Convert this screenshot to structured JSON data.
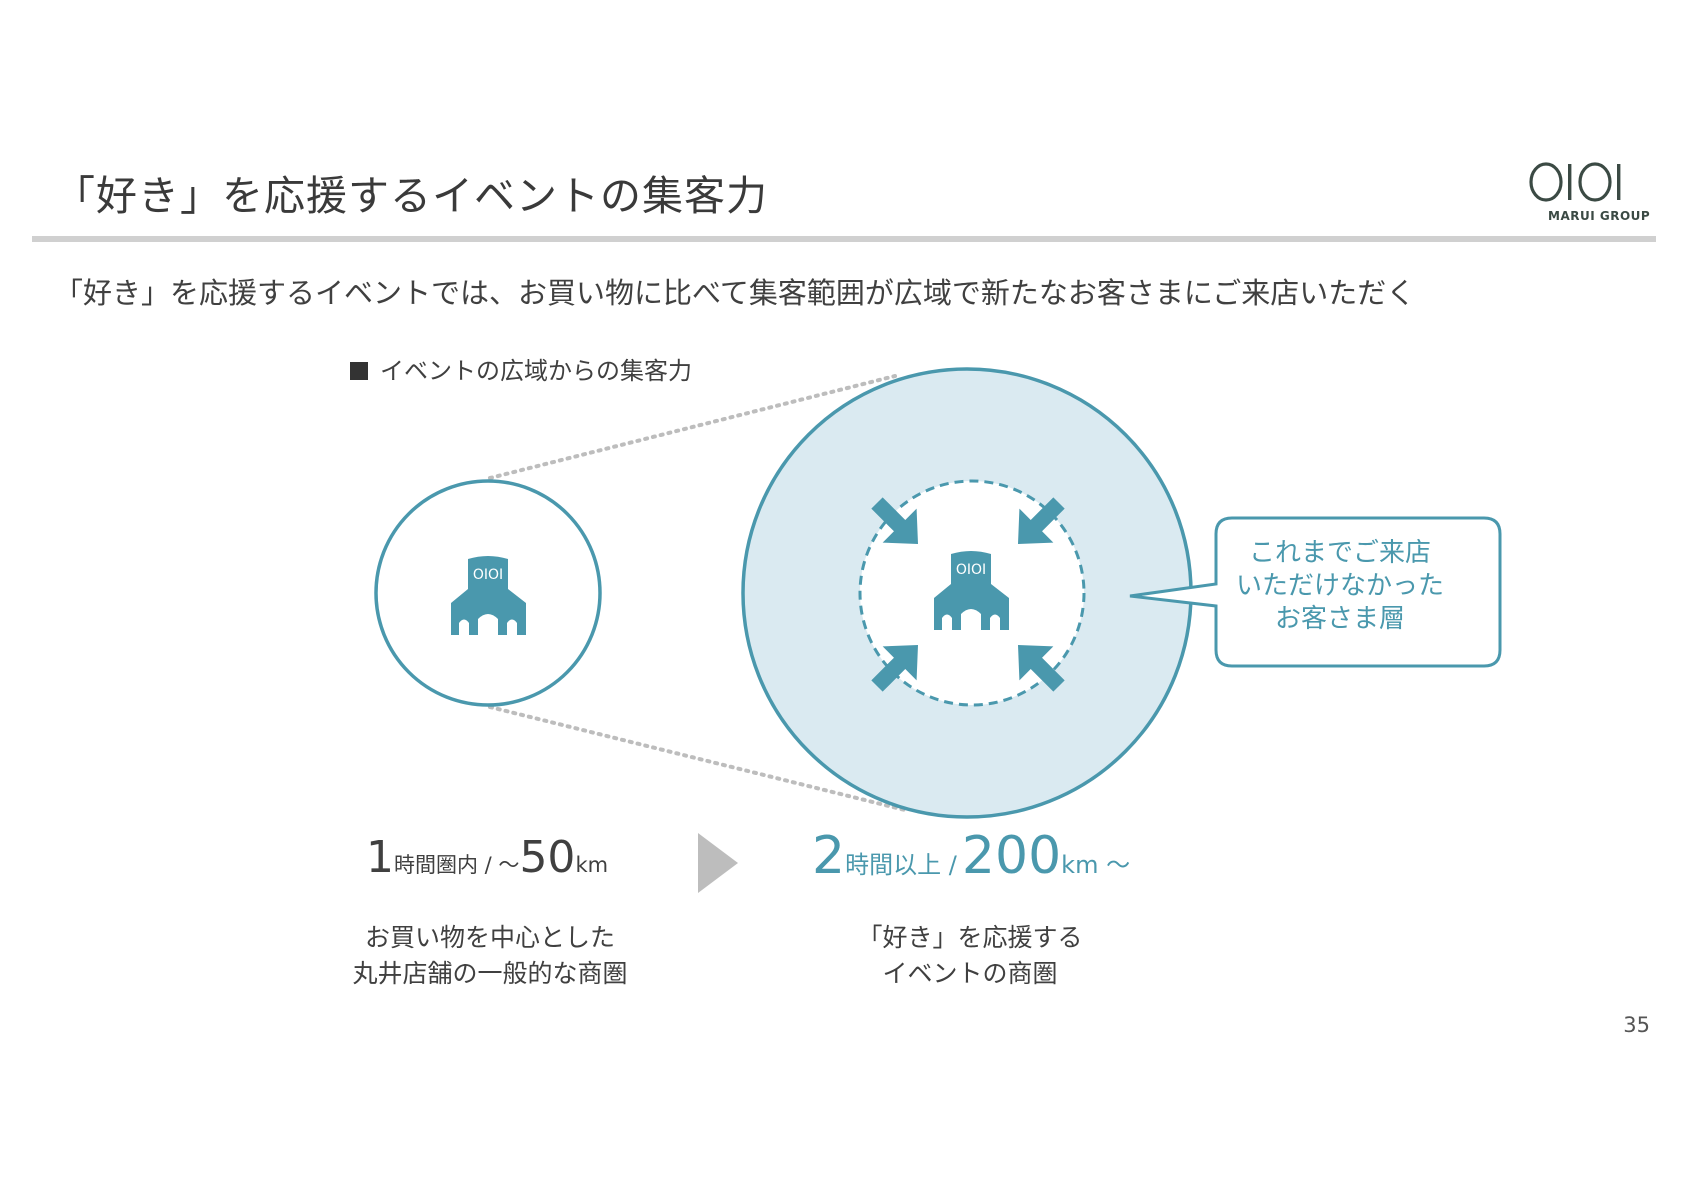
{
  "title": "「好き」を応援するイベントの集客力",
  "logo": {
    "text": "OIOI",
    "subtext": "MARUI GROUP"
  },
  "subtitle": "「好き」を応援するイベントでは、お買い物に比べて集客範囲が広域で新たなお客さまにご来店いただく",
  "section_label": "イベントの広域からの集客力",
  "store_icon_text": "OIOI",
  "callout": {
    "line1": "これまでご来店",
    "line2": "いただけなかった",
    "line3": "お客さま層"
  },
  "left": {
    "metric_number": "1",
    "metric_unit": "時間圏内 / ～",
    "metric_distance": "50",
    "metric_km": "km",
    "desc_line1": "お買い物を中心とした",
    "desc_line2": "丸井店舗の一般的な商圏"
  },
  "right": {
    "metric_number": "2",
    "metric_unit": "時間以上 /",
    "metric_distance": "200",
    "metric_km": "km ～",
    "desc_line1": "「好き」を応援する",
    "desc_line2": "イベントの商圏"
  },
  "page_number": "35",
  "colors": {
    "teal": "#4a98ad",
    "light_fill": "#daeaf1",
    "gray": "#bdbdbd",
    "text": "#404040"
  }
}
